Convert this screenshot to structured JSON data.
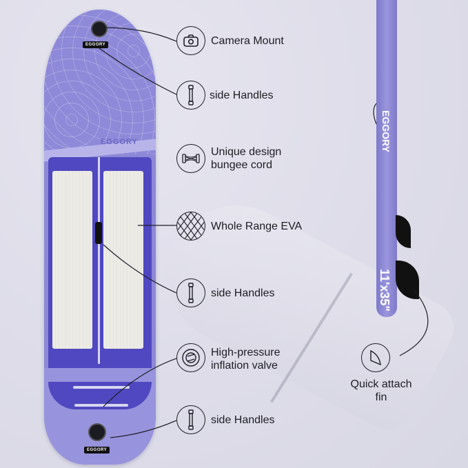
{
  "product": {
    "brand": "EGGORY",
    "size_label": "11'x35\"",
    "colors": {
      "board": "#8d88d6",
      "deck": "#4f48c0",
      "pad": "#ecebe6",
      "ink": "#1d1d24",
      "background": "#dedde9"
    }
  },
  "callouts": [
    {
      "icon": "camera-icon",
      "label": "Camera Mount"
    },
    {
      "icon": "handle-icon",
      "label": "side Handles"
    },
    {
      "icon": "bungee-icon",
      "label": "Unique design\nbungee cord"
    },
    {
      "icon": "mesh-icon",
      "label": "Whole Range EVA"
    },
    {
      "icon": "handle-icon",
      "label": "side Handles"
    },
    {
      "icon": "valve-icon",
      "label": "High-pressure\ninflation valve"
    },
    {
      "icon": "handle-icon",
      "label": "side Handles"
    },
    {
      "icon": "fin-icon",
      "label": "Quick attach\nfin"
    }
  ]
}
